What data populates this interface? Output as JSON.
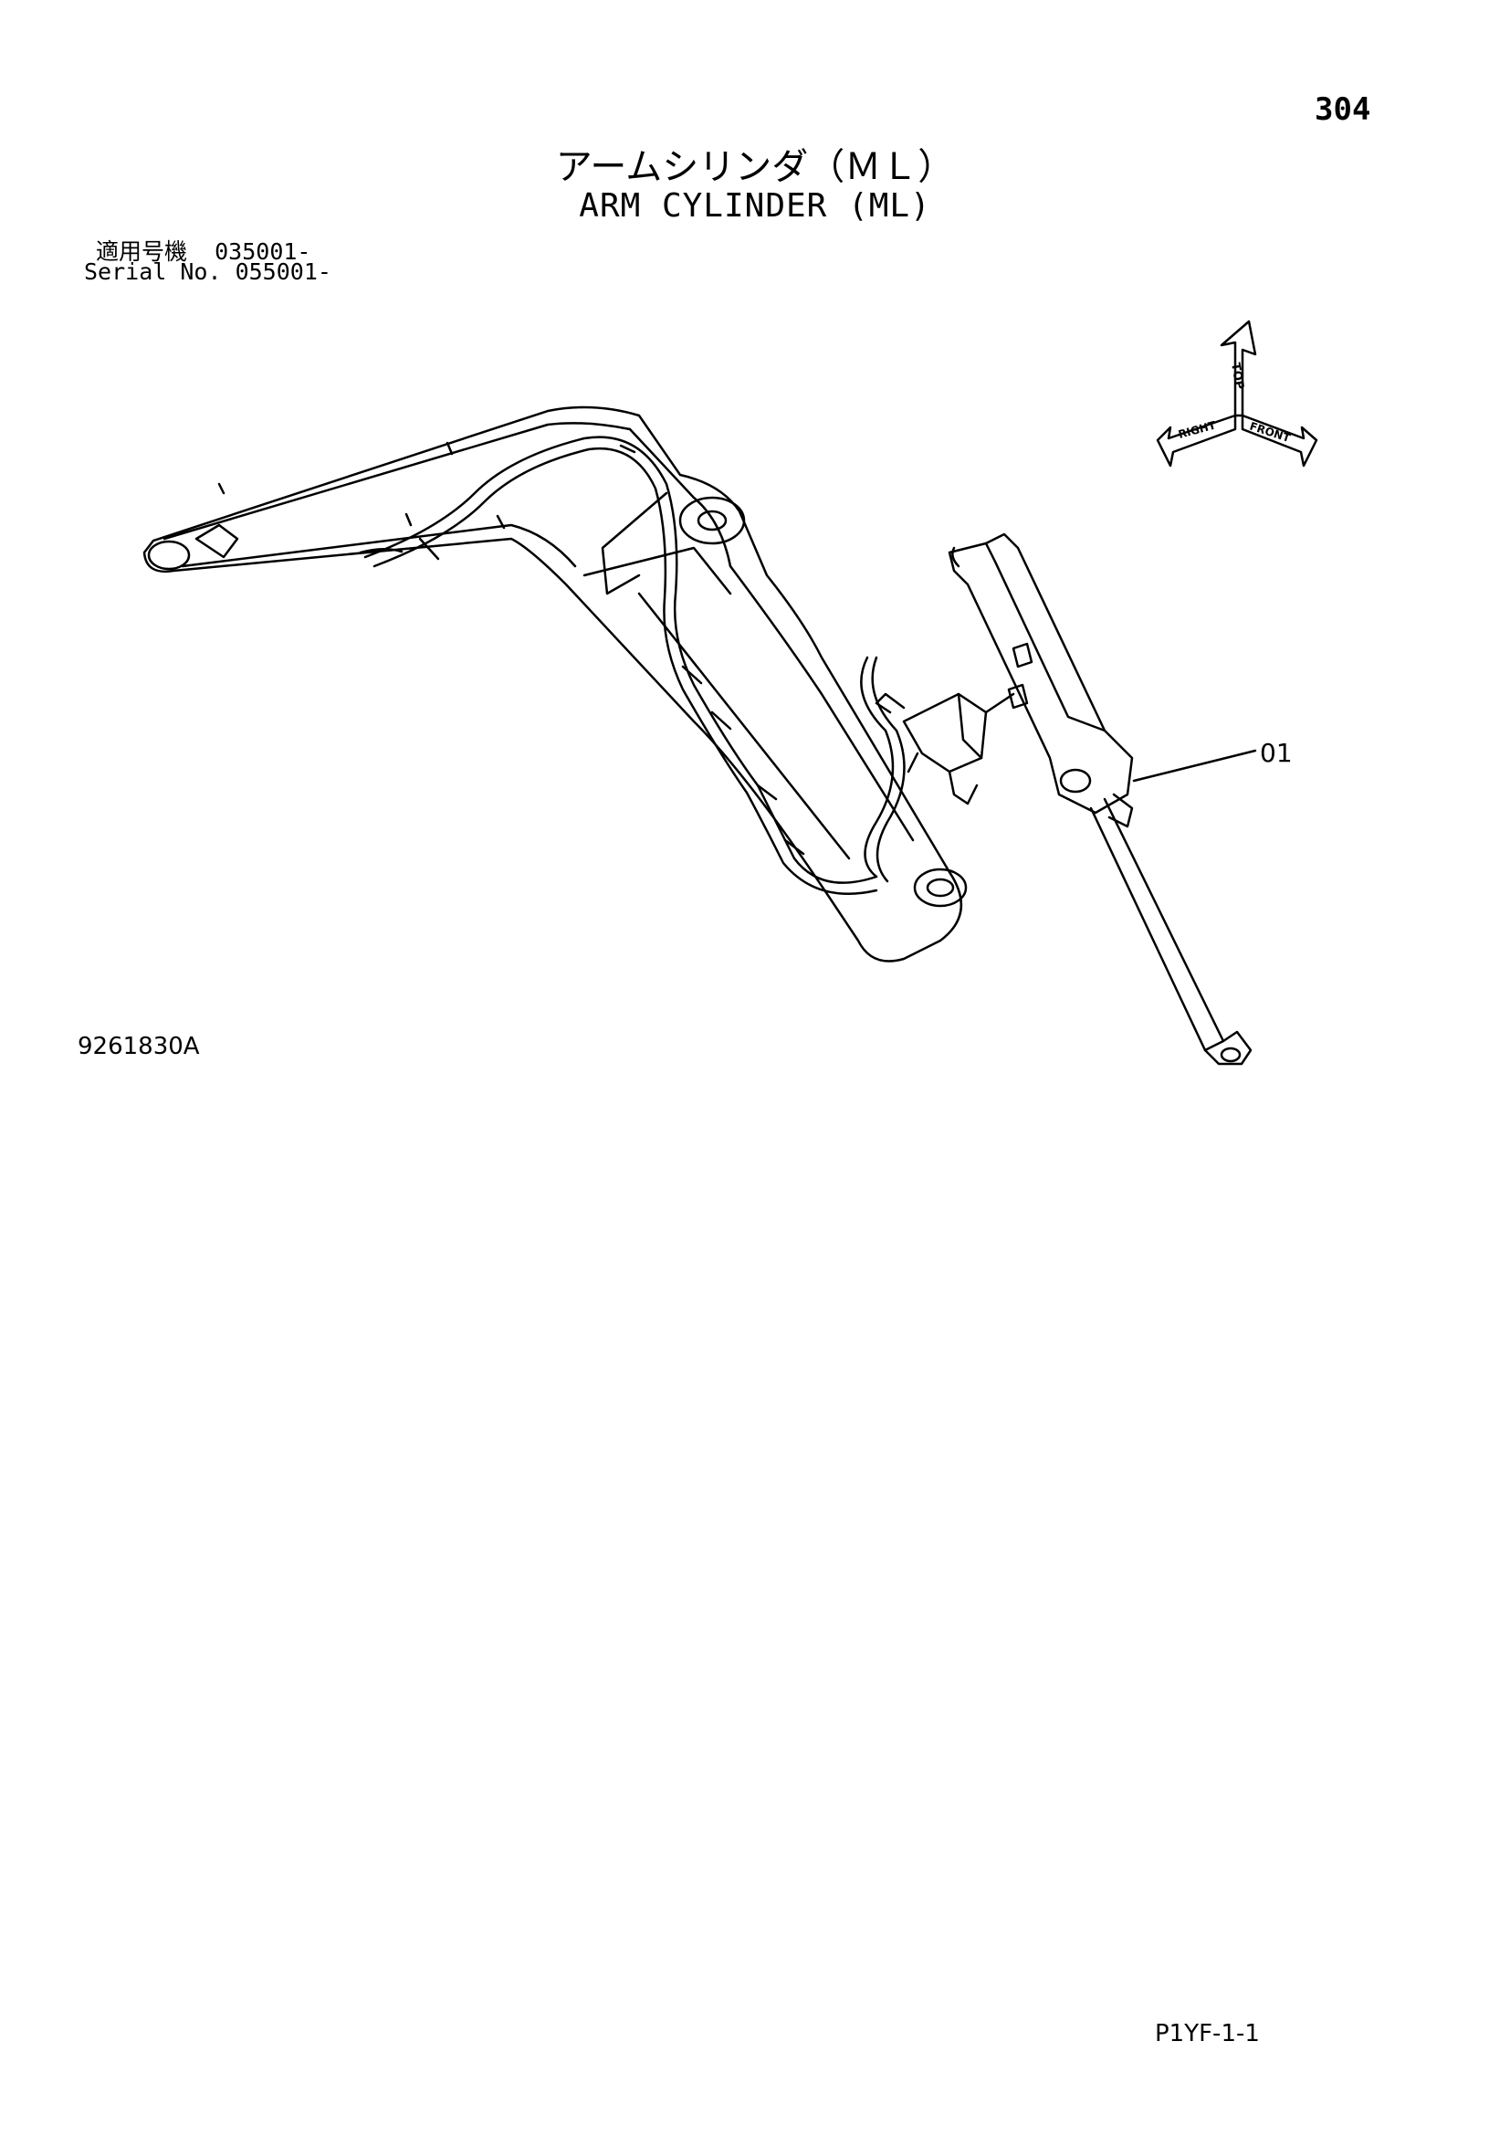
{
  "page_number": "304",
  "title_ja": "アームシリンダ（ＭＬ）",
  "title_en": "ARM CYLINDER (ML)",
  "serial": {
    "ja_label": "適用号機",
    "ja_value": "035001-",
    "en_label": "Serial No.",
    "en_value": "055001-"
  },
  "orientation": {
    "top": "TOP",
    "right": "RIGHT",
    "front": "FRONT"
  },
  "callouts": [
    {
      "label": "01"
    }
  ],
  "drawing_number": "9261830A",
  "page_code": "P1YF-1-1",
  "colors": {
    "line": "#000000",
    "background": "#ffffff"
  }
}
